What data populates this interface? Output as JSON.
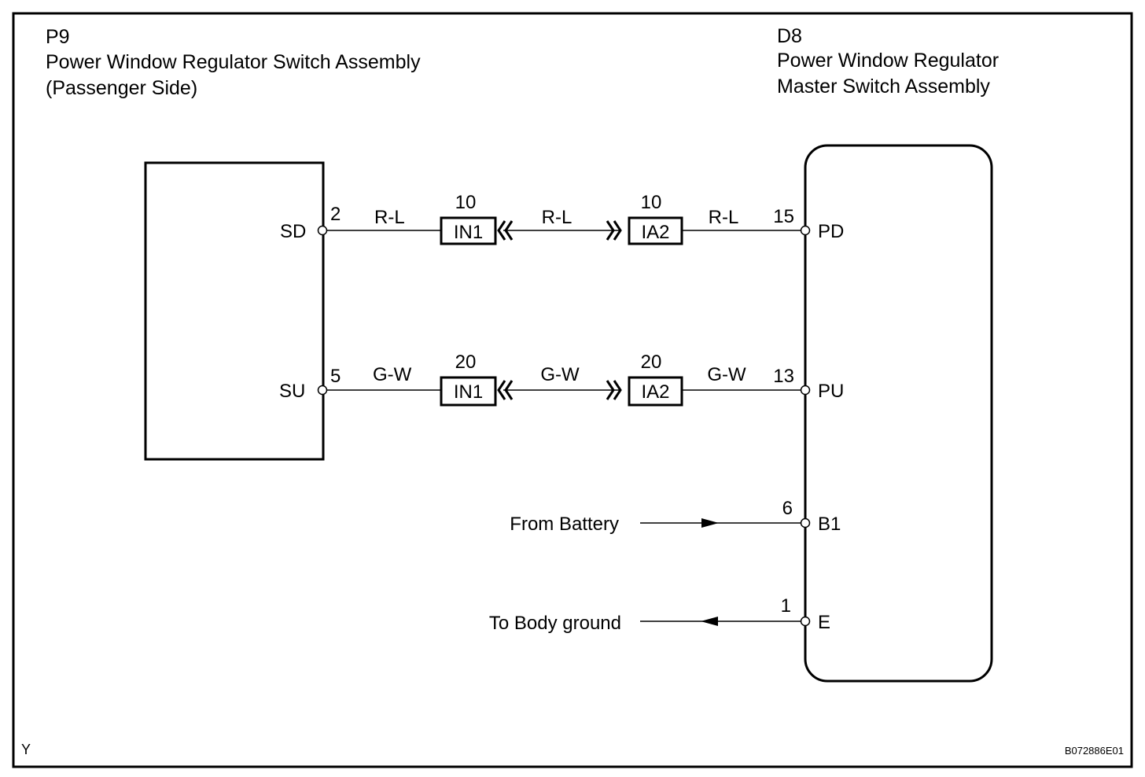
{
  "diagram": {
    "left_component": {
      "code": "P9",
      "name_line1": "Power Window Regulator Switch Assembly",
      "name_line2": "(Passenger Side)",
      "pins": [
        {
          "terminal": "2",
          "name": "SD"
        },
        {
          "terminal": "5",
          "name": "SU"
        }
      ]
    },
    "right_component": {
      "code": "D8",
      "name_line1": "Power Window Regulator",
      "name_line2": "Master Switch Assembly",
      "pins": [
        {
          "terminal": "15",
          "name": "PD"
        },
        {
          "terminal": "13",
          "name": "PU"
        },
        {
          "terminal": "6",
          "name": "B1"
        },
        {
          "terminal": "1",
          "name": "E"
        }
      ]
    },
    "circuits": [
      {
        "wire_color": "R-L",
        "connector_a": {
          "name": "IN1",
          "pin": "10"
        },
        "connector_b": {
          "name": "IA2",
          "pin": "10"
        }
      },
      {
        "wire_color": "G-W",
        "connector_a": {
          "name": "IN1",
          "pin": "20"
        },
        "connector_b": {
          "name": "IA2",
          "pin": "20"
        }
      }
    ],
    "external": {
      "battery_label": "From Battery",
      "ground_label": "To Body ground"
    },
    "footer": {
      "left_mark": "Y",
      "figure_id": "B072886E01"
    }
  }
}
